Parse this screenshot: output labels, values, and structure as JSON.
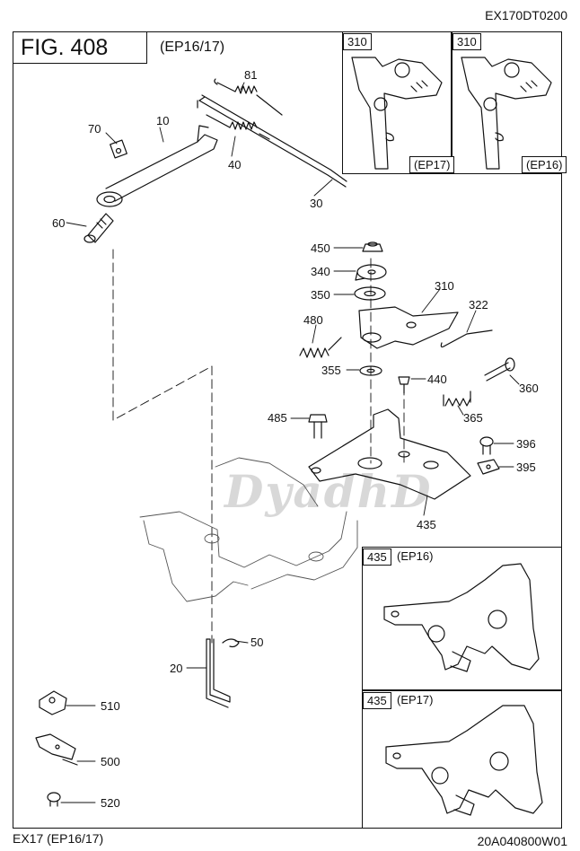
{
  "header": {
    "code": "EX170DT0200",
    "figure": "FIG. 408",
    "variant": "(EP16/17)"
  },
  "footer": {
    "model": "EX17 (EP16/17)",
    "doc_code": "20A040800W01"
  },
  "watermark": "DyadhD",
  "insets": [
    {
      "part": "310",
      "label": "(EP17)"
    },
    {
      "part": "310",
      "label": "(EP16)"
    },
    {
      "part": "435",
      "label": "(EP16)"
    },
    {
      "part": "435",
      "label": "(EP17)"
    }
  ],
  "callouts": {
    "p81": "81",
    "p70": "70",
    "p10": "10",
    "p40": "40",
    "p30": "30",
    "p60": "60",
    "p450": "450",
    "p340": "340",
    "p350": "350",
    "p310": "310",
    "p322": "322",
    "p480": "480",
    "p355": "355",
    "p440": "440",
    "p360": "360",
    "p365": "365",
    "p485": "485",
    "p396": "396",
    "p395": "395",
    "p435": "435",
    "p50": "50",
    "p20": "20",
    "p510": "510",
    "p500": "500",
    "p520": "520"
  }
}
